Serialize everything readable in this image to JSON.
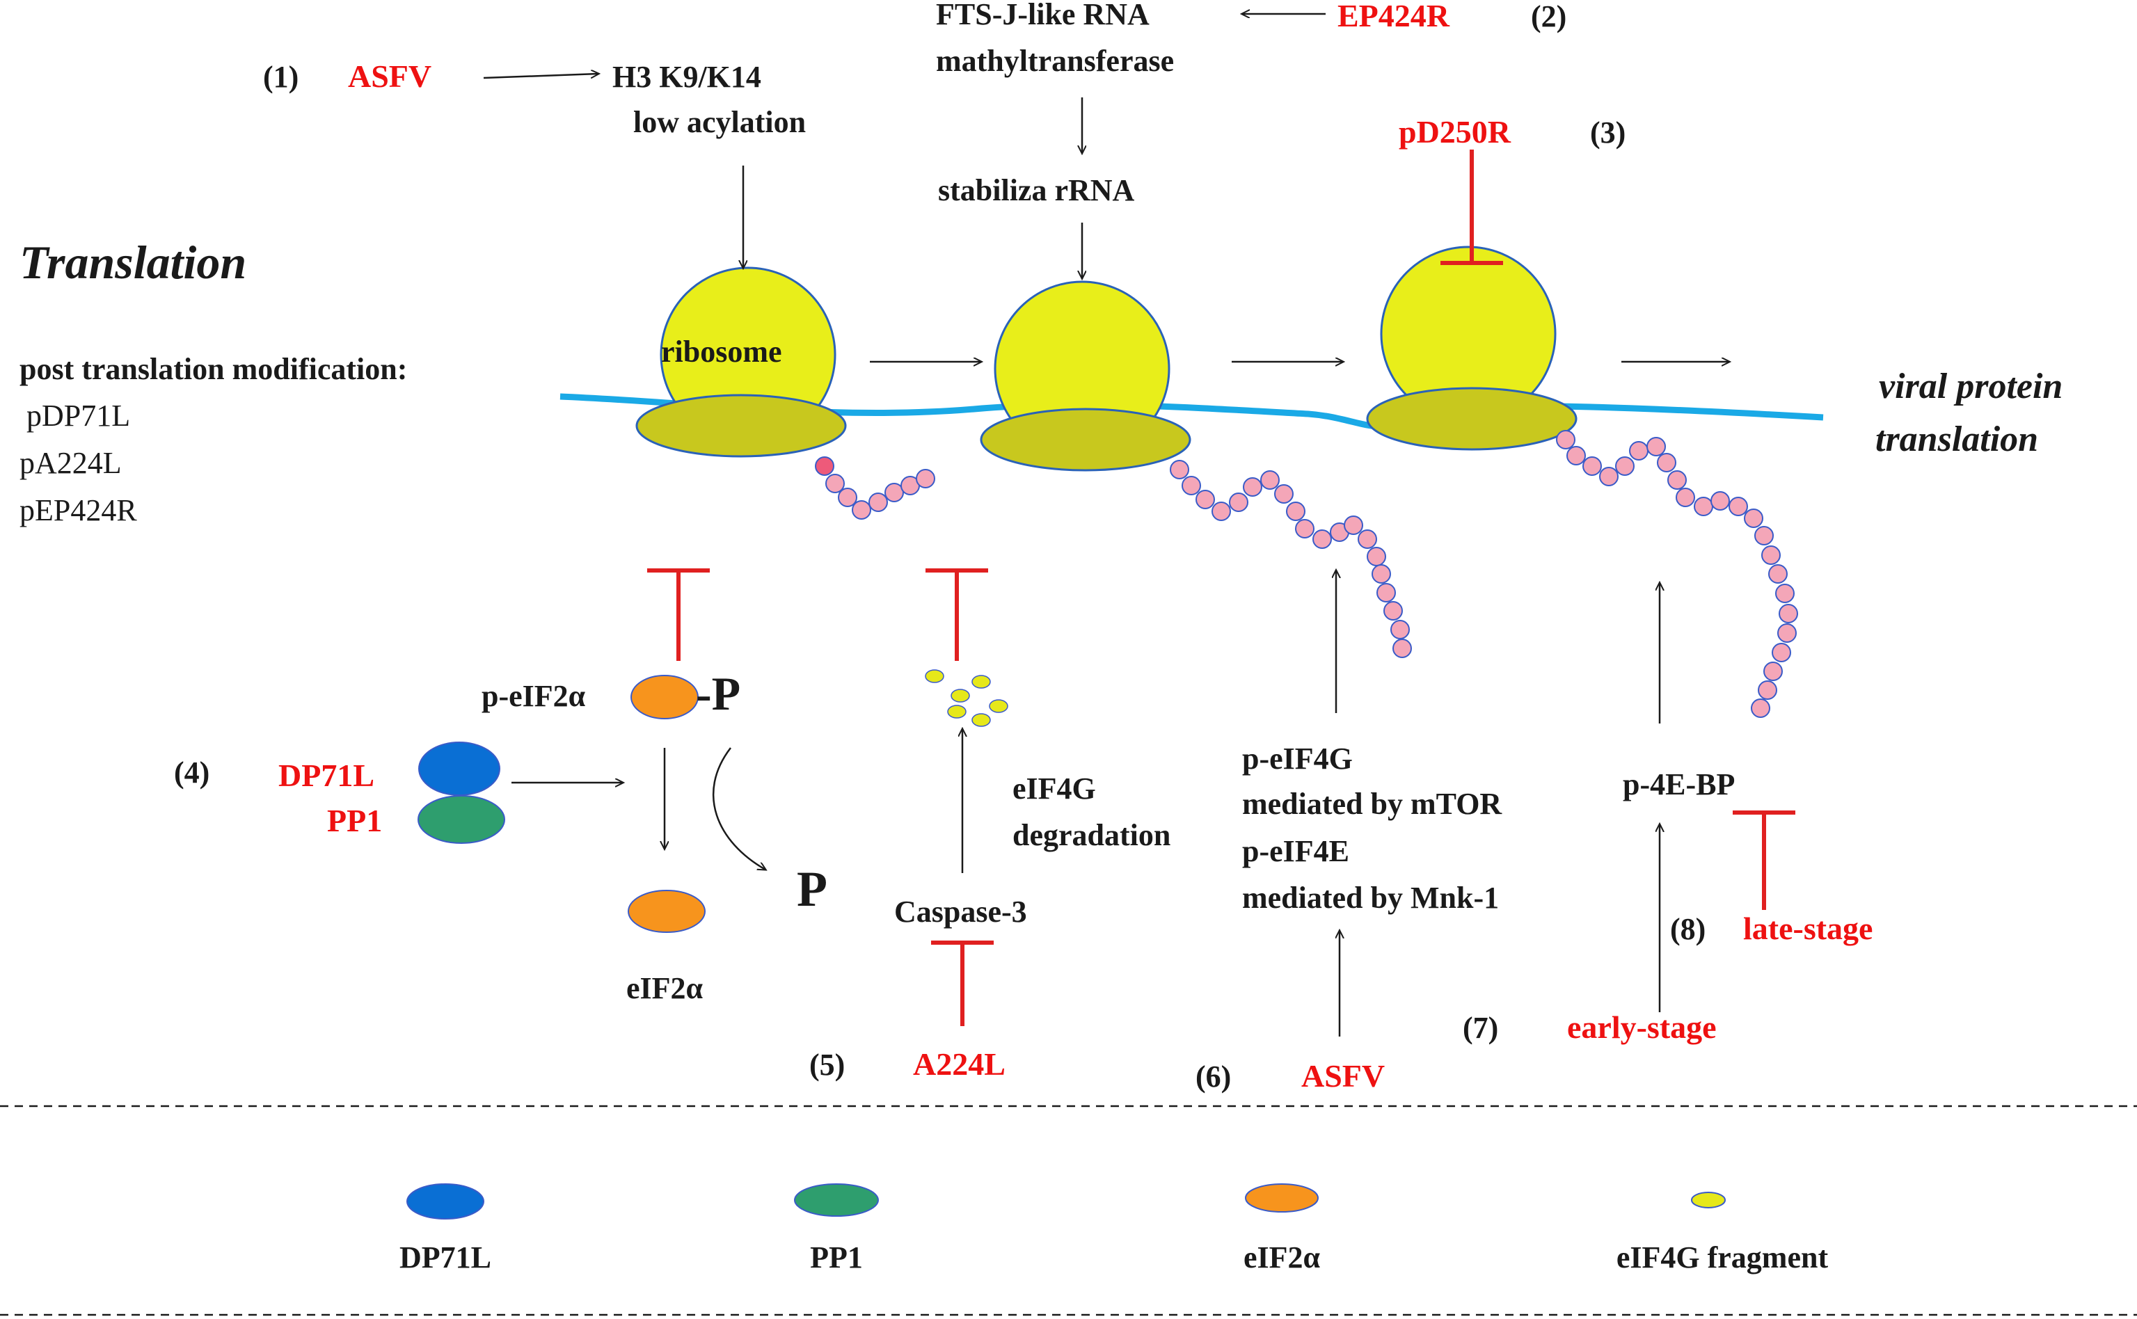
{
  "title": "Translation",
  "colors": {
    "red": "#ee1111",
    "mrna": "#1aa9e6",
    "ribosome": "#e8ee1a",
    "bead": "#f4a6b8",
    "dp71l": "#0a6fd4",
    "pp1": "#2e9e6e",
    "eif2a": "#f7941d",
    "fragment": "#e6e81a"
  },
  "ptm": {
    "heading": "post translation  modification:",
    "items": [
      "pDP71L",
      "pA224L",
      "pEP424R"
    ]
  },
  "ribosome_label": "ribosome",
  "output_label": [
    "viral protein",
    "translation"
  ],
  "steps": {
    "s1": {
      "num": "(1)",
      "actor": "ASFV",
      "target_lines": [
        "H3 K9/K14",
        "low acylation"
      ]
    },
    "s2": {
      "num": "(2)",
      "actor": "EP424R",
      "target_lines": [
        "FTS-J-like RNA",
        "mathyltransferase"
      ],
      "result": "stabiliza rRNA"
    },
    "s3": {
      "num": "(3)",
      "actor": "pD250R"
    },
    "s4": {
      "num": "(4)",
      "actors": [
        "DP71L",
        "PP1"
      ],
      "substrate": "p-eIF2α",
      "phospho": "-P",
      "product": "eIF2α",
      "released": "P"
    },
    "s5": {
      "num": "(5)",
      "actor": "A224L",
      "mediator": "Caspase-3",
      "effect_lines": [
        "eIF4G",
        "degradation"
      ]
    },
    "s6": {
      "num": "(6)",
      "actor": "ASFV",
      "lines": [
        "p-eIF4G",
        "mediated by mTOR",
        "p-eIF4E",
        "mediated by Mnk-1"
      ]
    },
    "s7": {
      "num": "(7)",
      "stage": "early-stage"
    },
    "s8": {
      "num": "(8)",
      "stage": "late-stage",
      "target": "p-4E-BP"
    }
  },
  "legend": [
    {
      "label": "DP71L",
      "icon": "dp71l-ellipse-icon"
    },
    {
      "label": "PP1",
      "icon": "pp1-ellipse-icon"
    },
    {
      "label": "eIF2α",
      "icon": "eif2a-ellipse-icon"
    },
    {
      "label": "eIF4G fragment",
      "icon": "eif4g-fragment-icon"
    }
  ]
}
